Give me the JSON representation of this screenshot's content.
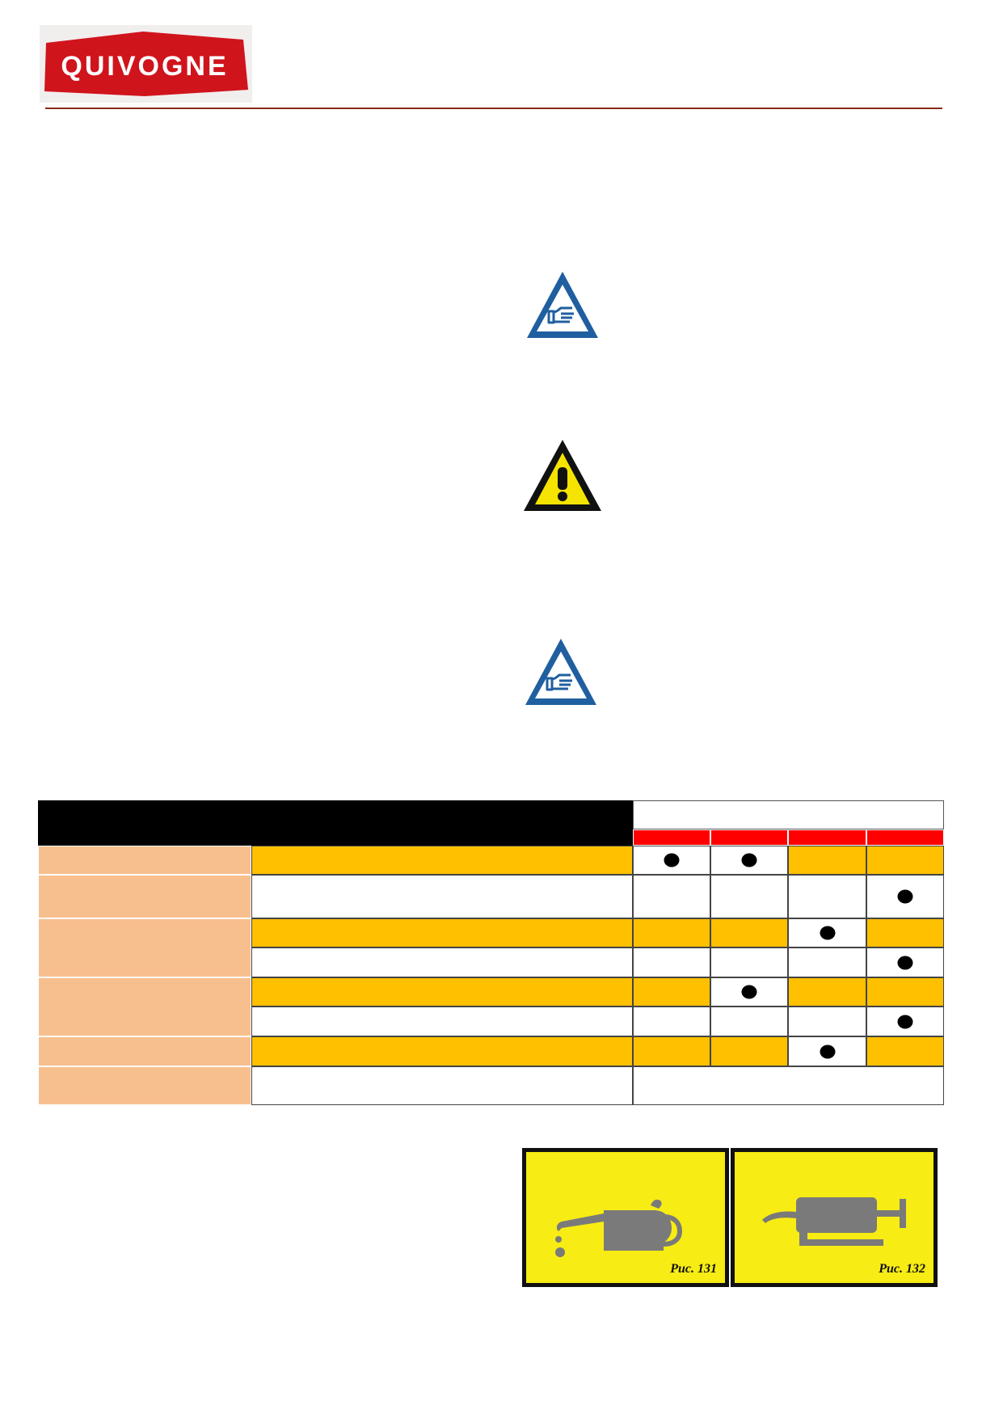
{
  "header": {
    "logo_text": "QUIVOGNE",
    "brand_color": "#d0141c",
    "rule_color": "#8b2a1a"
  },
  "icons": [
    {
      "name": "note-hand-icon",
      "color": "#1f5fa0"
    },
    {
      "name": "warning-exclamation-icon",
      "color": "#f5e400"
    },
    {
      "name": "note-hand-icon",
      "color": "#1f5fa0"
    }
  ],
  "table": {
    "colors": {
      "header": "#000000",
      "subheader": "#ff0000",
      "row_label": "#f8bf8e",
      "row_highlight": "#ffc000"
    },
    "rows": [
      {
        "marks": [
          true,
          true,
          false,
          false
        ]
      },
      {
        "marks": [
          false,
          false,
          false,
          true
        ]
      },
      {
        "marks": [
          false,
          false,
          true,
          false
        ]
      },
      {
        "marks": [
          false,
          false,
          false,
          true
        ]
      },
      {
        "marks": [
          false,
          true,
          false,
          false
        ]
      },
      {
        "marks": [
          false,
          false,
          false,
          true
        ]
      },
      {
        "marks": [
          false,
          false,
          true,
          false
        ]
      },
      {
        "marks": []
      }
    ]
  },
  "figures": [
    {
      "caption": "Рис. 131",
      "icon": "oil-can-icon"
    },
    {
      "caption": "Рис. 132",
      "icon": "grease-gun-icon"
    }
  ]
}
